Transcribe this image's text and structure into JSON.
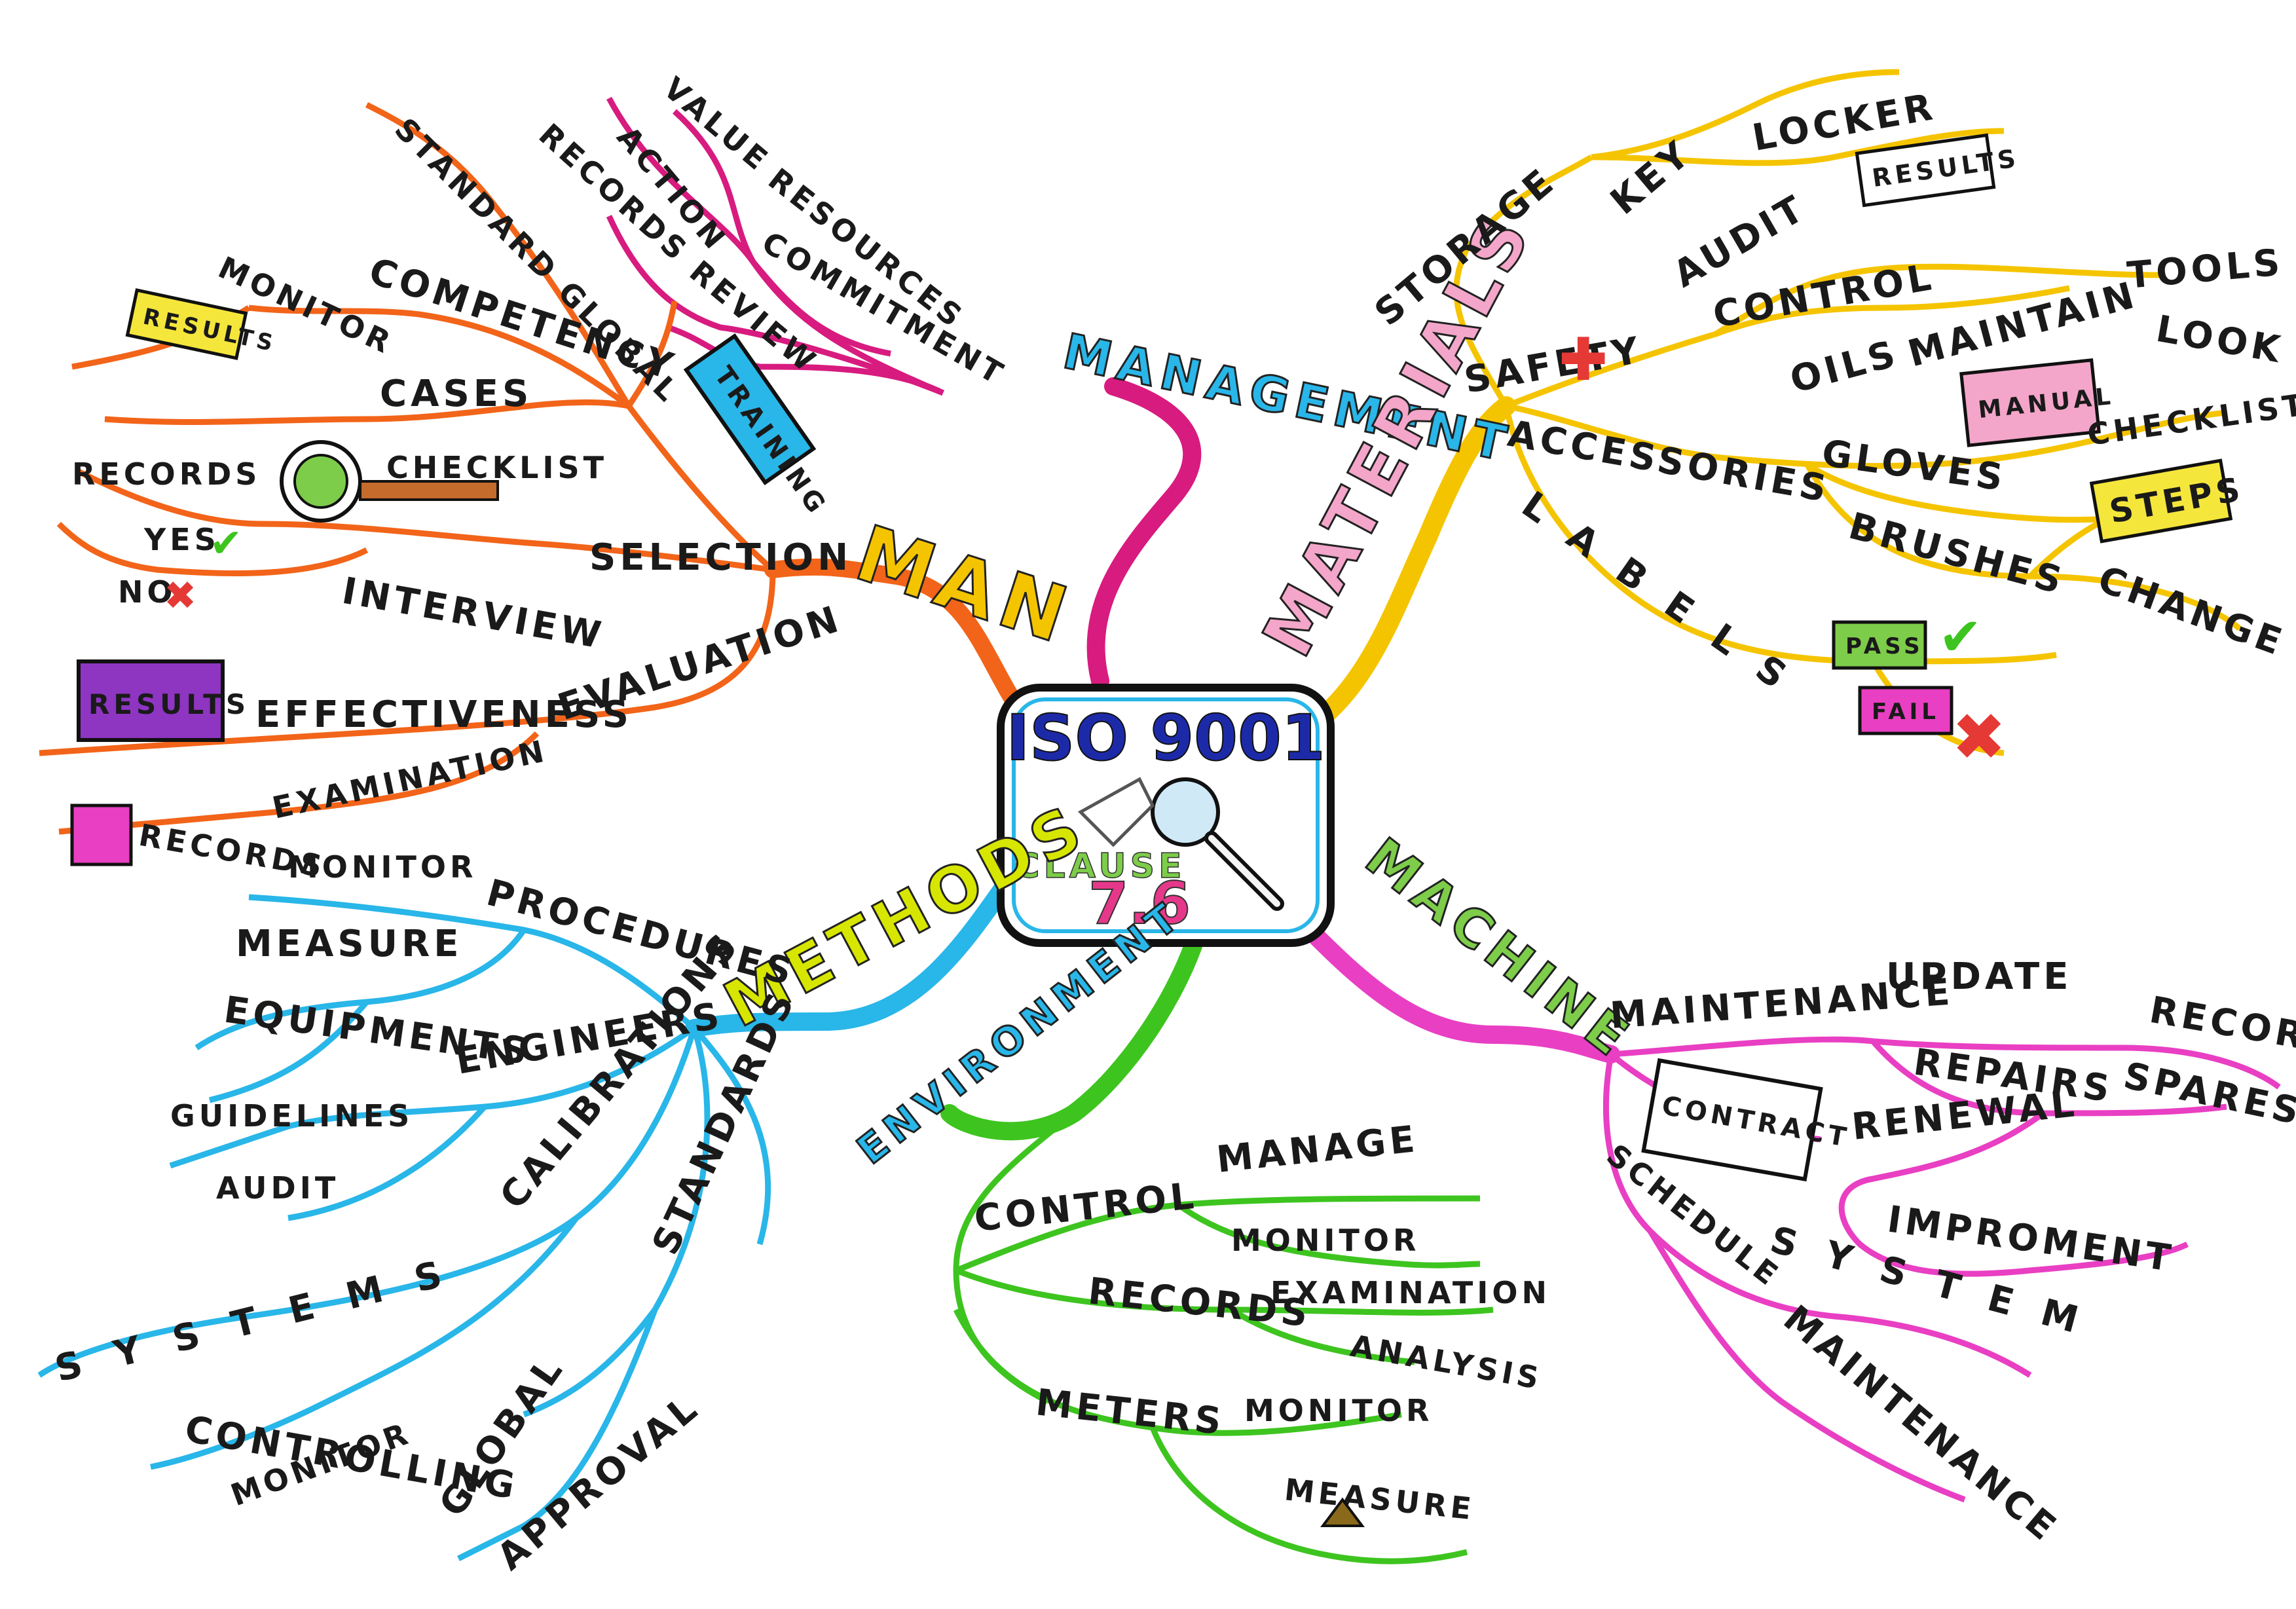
{
  "center": {
    "title": "ISO 9001",
    "subtitle": "CLAUSE",
    "number": "7.6"
  },
  "branches": {
    "management": {
      "label": "MANAGEMENT",
      "color": "#d81b7f",
      "items": [
        "VALUE",
        "ACTION",
        "RECORDS",
        "RESOURCES",
        "COMMITMENT",
        "REVIEW"
      ]
    },
    "man": {
      "label": "MAN",
      "color": "#f26419",
      "items": [
        "STANDARD GLOBAL",
        "MONITOR",
        "RESULTS",
        "COMPETENCY",
        "CASES",
        "TRAINING",
        "RECORDS",
        "CHECKLIST",
        "SELECTION",
        "YES",
        "NO",
        "INTERVIEW",
        "RESULTS",
        "EFFECTIVENESS",
        "EVALUATION",
        "RECORDS",
        "EXAMINATION"
      ]
    },
    "materials": {
      "label": "MATERIALS",
      "color": "#f5c400",
      "items": [
        "STORAGE",
        "KEY",
        "LOCKER",
        "RESULTS",
        "AUDIT",
        "CONTROL",
        "SAFETY",
        "OILS",
        "MAINTAIN",
        "TOOLS",
        "LOOK",
        "ACCESSORIES",
        "GLOVES",
        "MANUAL",
        "CHECKLIST",
        "STEPS",
        "LABELS",
        "BRUSHES",
        "CHANGE",
        "PASS",
        "FAIL"
      ]
    },
    "methods": {
      "label": "METHODS",
      "color": "#29b6e8",
      "items": [
        "MONITOR",
        "PROCEDURES",
        "MEASURE",
        "EQUIPMENTS",
        "ENGINEERS",
        "GUIDELINES",
        "AUDIT",
        "CALIBRATIONS",
        "STANDARDS",
        "SYSTEMS",
        "CONTROLLING",
        "GLOBAL",
        "MONITOR",
        "APPROVAL"
      ]
    },
    "environment": {
      "label": "ENVIRONMENT",
      "color": "#3ec41f",
      "items": [
        "CONTROL",
        "MANAGE",
        "MONITOR",
        "RECORDS",
        "EXAMINATION",
        "ANALYSIS",
        "METERS",
        "MONITOR",
        "MEASURE"
      ]
    },
    "machine": {
      "label": "MACHINE",
      "color": "#e93fc3",
      "items": [
        "MAINTENANCE",
        "UPDATE",
        "RECORDS",
        "CONTRACT",
        "REPAIRS",
        "RENEWAL",
        "SPARES",
        "IMPROMENT",
        "SCHEDULE",
        "SYSTEM",
        "MAINTENANCE"
      ]
    }
  }
}
